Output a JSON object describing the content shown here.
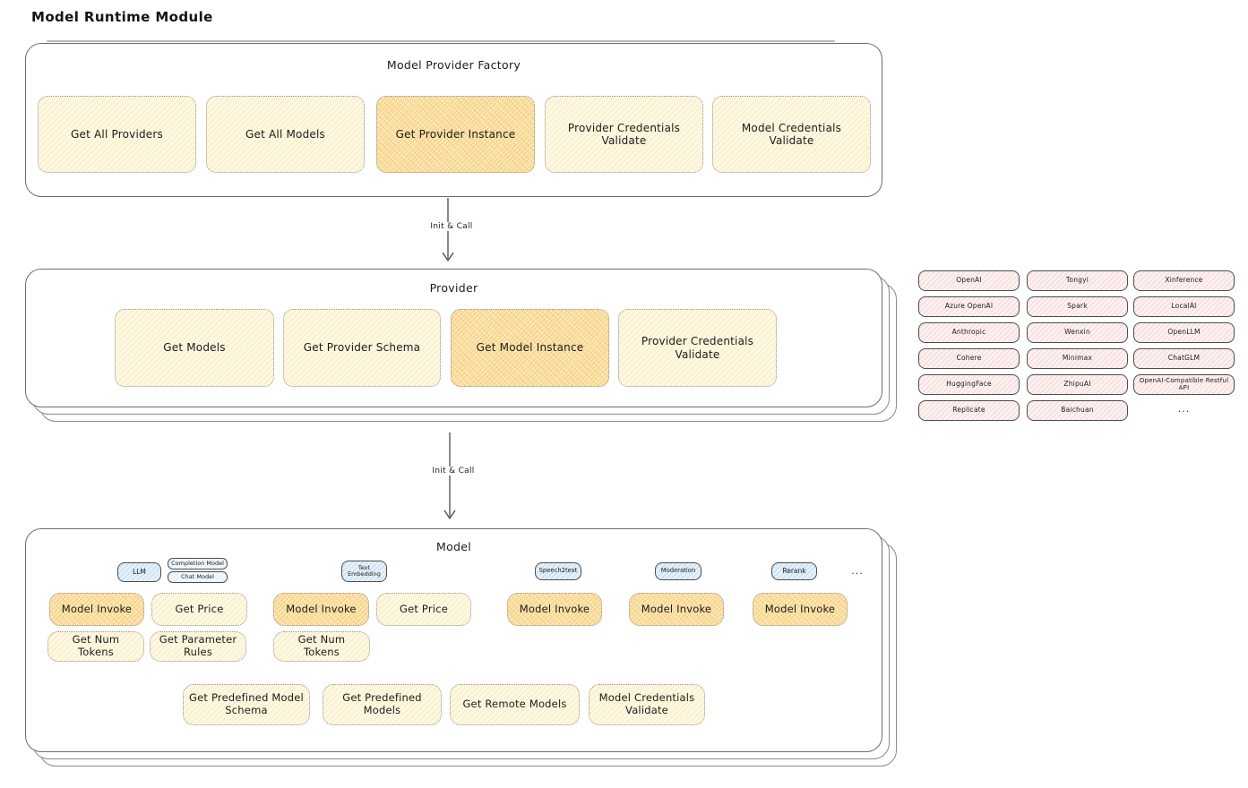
{
  "title": "Model Runtime Module",
  "colors": {
    "yellow_fill": "#fdf8e3",
    "orange_highlight_fill": "#fbe7b7",
    "pink_fill": "#fdf1f1",
    "blue_tag_fill": "#e4f0fa",
    "border_gray": "#6e6e6e",
    "text": "#1b1b1b"
  },
  "factory": {
    "label": "Model Provider Factory",
    "items": [
      {
        "label": "Get All Providers"
      },
      {
        "label": "Get All Models"
      },
      {
        "label": "Get Provider Instance"
      },
      {
        "label": "Provider Credentials Validate"
      },
      {
        "label": "Model Credentials Validate"
      }
    ]
  },
  "arrow1": {
    "label": "Init & Call"
  },
  "arrow2": {
    "label": "Init & Call"
  },
  "provider": {
    "label": "Provider",
    "items": [
      {
        "label": "Get Models"
      },
      {
        "label": "Get Provider Schema"
      },
      {
        "label": "Get Model Instance"
      },
      {
        "label": "Provider Credentials Validate"
      }
    ]
  },
  "provider_grid": {
    "rows": [
      [
        "OpenAI",
        "Tongyi",
        "Xinference"
      ],
      [
        "Azure OpenAI",
        "Spark",
        "LocalAI"
      ],
      [
        "Anthropic",
        "Wenxin",
        "OpenLLM"
      ],
      [
        "Cohere",
        "Minimax",
        "ChatGLM"
      ],
      [
        "HuggingFace",
        "ZhipuAI",
        "OpenAI-Compatible Restful API"
      ],
      [
        "Replicate",
        "Baichuan",
        "..."
      ]
    ]
  },
  "model": {
    "label": "Model",
    "tags": {
      "llm": "LLM",
      "completion": "Completion Model",
      "chat": "Chat Model",
      "text_embedding": "Text Embedding",
      "speech2text": "Speech2text",
      "moderation": "Moderation",
      "rerank": "Rerank",
      "ellipsis": "..."
    },
    "boxes": {
      "model_invoke": "Model Invoke",
      "get_price": "Get Price",
      "get_num_tokens": "Get Num Tokens",
      "get_parameter_rules": "Get Parameter Rules",
      "get_predefined_model_schema": "Get Predefined Model Schema",
      "get_predefined_models": "Get Predefined Models",
      "get_remote_models": "Get Remote Models",
      "model_credentials_validate": "Model Credentials Validate"
    }
  }
}
